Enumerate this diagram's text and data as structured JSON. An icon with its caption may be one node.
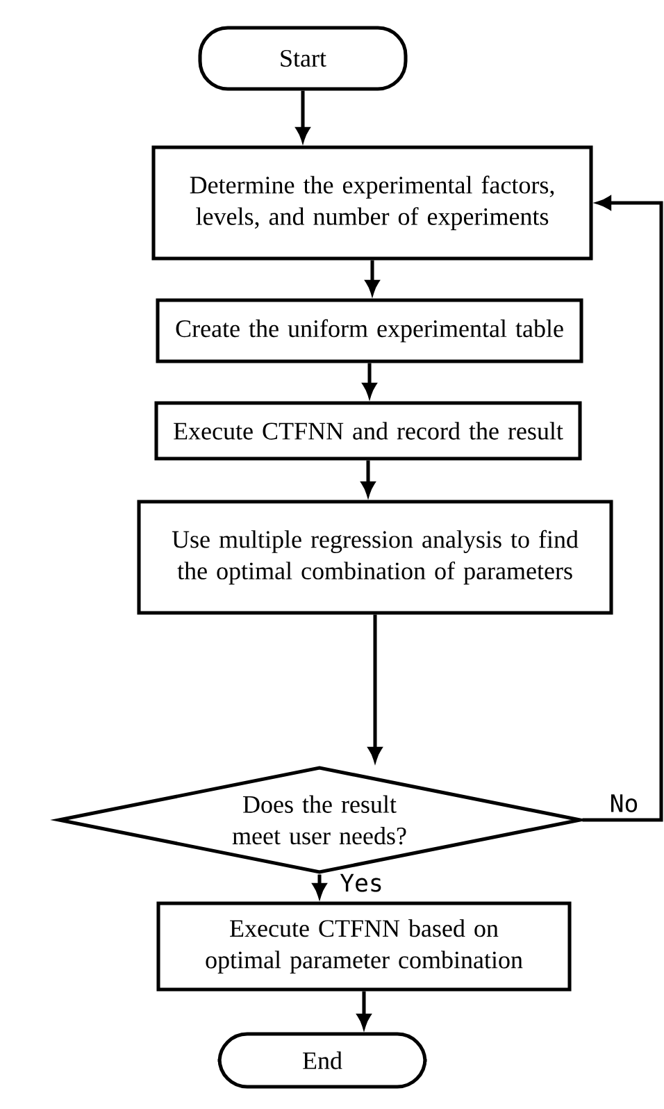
{
  "diagram": {
    "nodes": [
      {
        "text": [
          "Start"
        ]
      },
      {
        "text": [
          "Determine the experimental factors, levels, and number of experiments"
        ]
      },
      {
        "text": [
          "Create the uniform experimental table"
        ]
      },
      {
        "text": [
          "Execute CTFNN and record the result"
        ]
      },
      {
        "text": [
          "Use multiple regression analysis to find the optimal combination of parameters"
        ]
      },
      {
        "text": [
          "Does the result meet user needs?"
        ]
      },
      {
        "text": [
          "Execute CTFNN based on optimal parameter combination"
        ]
      },
      {
        "text": [
          "End"
        ]
      }
    ],
    "edges": [
      {
        "from": 0,
        "to": 1,
        "arrow": "to"
      },
      {
        "from": 1,
        "to": 2,
        "arrow": "to"
      },
      {
        "from": 2,
        "to": 3,
        "arrow": "to"
      },
      {
        "from": 3,
        "to": 4,
        "arrow": "to"
      },
      {
        "from": 4,
        "to": 5,
        "arrow": "to"
      },
      {
        "from": 5,
        "to": 6,
        "arrow": "to",
        "label": "Yes"
      },
      {
        "from": 6,
        "to": 7,
        "arrow": "to"
      },
      {
        "from": 5,
        "to": 1,
        "arrow": "to",
        "label": "No"
      }
    ]
  }
}
